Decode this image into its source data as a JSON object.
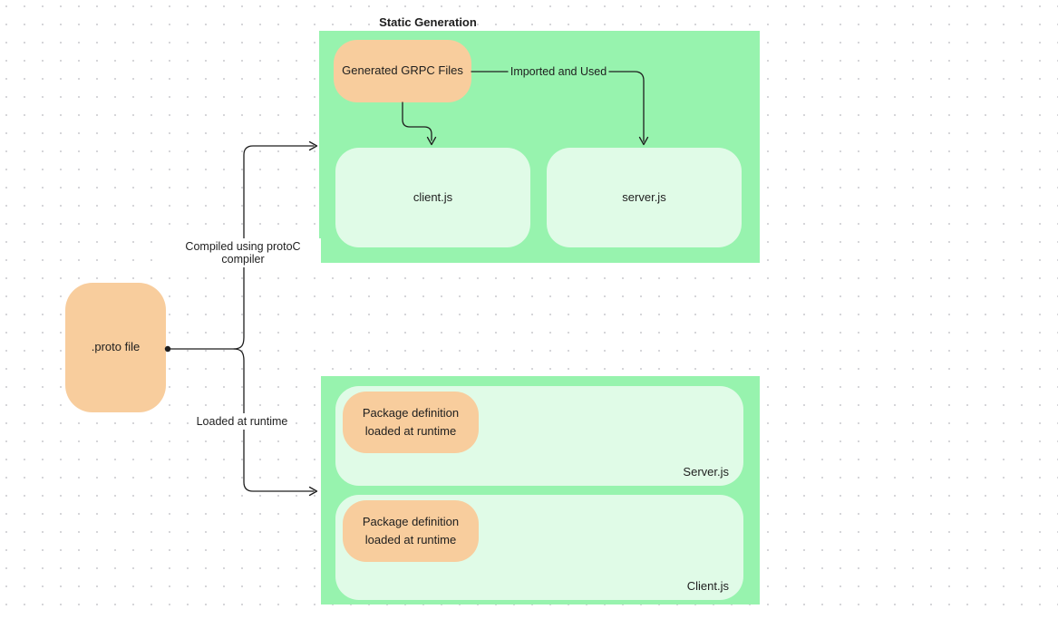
{
  "title": "Static Generation",
  "colors": {
    "container_green": "#97f3ae",
    "inner_green": "#e0fbe7",
    "node_orange": "#f8cd9d",
    "stroke": "#1e1e1e",
    "dot": "#d2d2d6"
  },
  "nodes": {
    "generated_grpc_files": {
      "label": "Generated GRPC Files"
    },
    "client_js": {
      "label": "client.js"
    },
    "server_js": {
      "label": "server.js"
    },
    "proto_file": {
      "label": ".proto file"
    },
    "package_definition_server": {
      "line1": "Package definition",
      "line2": "loaded at runtime"
    },
    "package_definition_client": {
      "line1": "Package definition",
      "line2": "loaded at runtime"
    },
    "runtime_server": {
      "label": "Server.js"
    },
    "runtime_client": {
      "label": "Client.js"
    }
  },
  "edges": {
    "imported_and_used": {
      "label": "Imported and Used"
    },
    "compiled_protoc": {
      "label": "Compiled using protoC compiler"
    },
    "loaded_runtime": {
      "label": "Loaded at runtime"
    }
  }
}
